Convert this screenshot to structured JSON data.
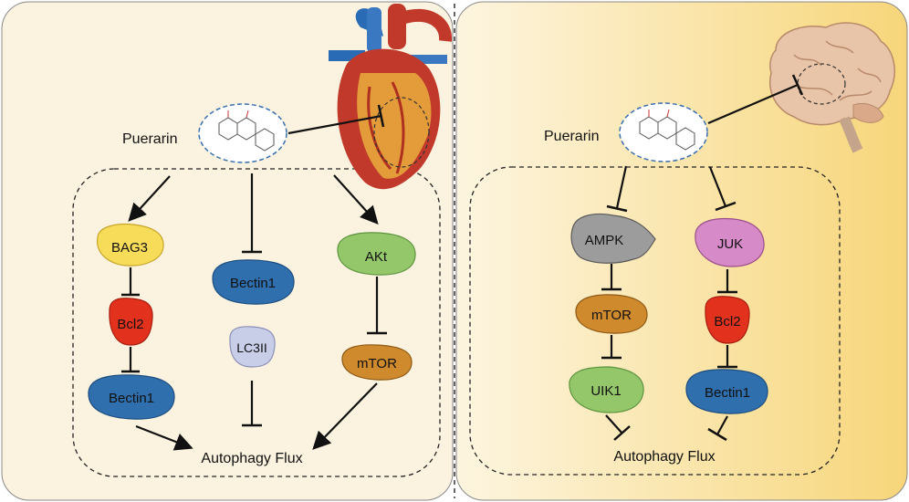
{
  "left_panel": {
    "drug_label": "Puerarin",
    "output_label": "Autophagy Flux",
    "nodes": {
      "bag3": "BAG3",
      "bcl2": "Bcl2",
      "bectin1_low": "Bectin1",
      "bectin1_mid": "Bectin1",
      "lc3ii": "LC3II",
      "akt": "AKt",
      "mtor": "mTOR"
    }
  },
  "right_panel": {
    "drug_label": "Puerarin",
    "output_label": "Autophagy Flux",
    "nodes": {
      "ampk": "AMPK",
      "mtor": "mTOR",
      "uik1": "UIK1",
      "juk": "JUK",
      "bcl2": "Bcl2",
      "bectin1": "Bectin1"
    }
  },
  "colors": {
    "left_bg": "#fbf3df",
    "right_bg_light": "#fdf3da",
    "right_bg_dark": "#f7d67a",
    "blue_protein": "#2f6fad",
    "yellow_protein": "#f7dc5a",
    "red_protein": "#e2321d",
    "green_protein": "#93c76a",
    "orange_protein": "#cf8a2e",
    "lavender_protein": "#c8cde8",
    "gray_protein": "#9c9c9c",
    "pink_protein": "#d78ac8",
    "heart": "#c0392b",
    "brain": "#e8c4a8"
  },
  "icons": [
    "heart-illustration",
    "brain-illustration",
    "puerarin-molecule"
  ]
}
